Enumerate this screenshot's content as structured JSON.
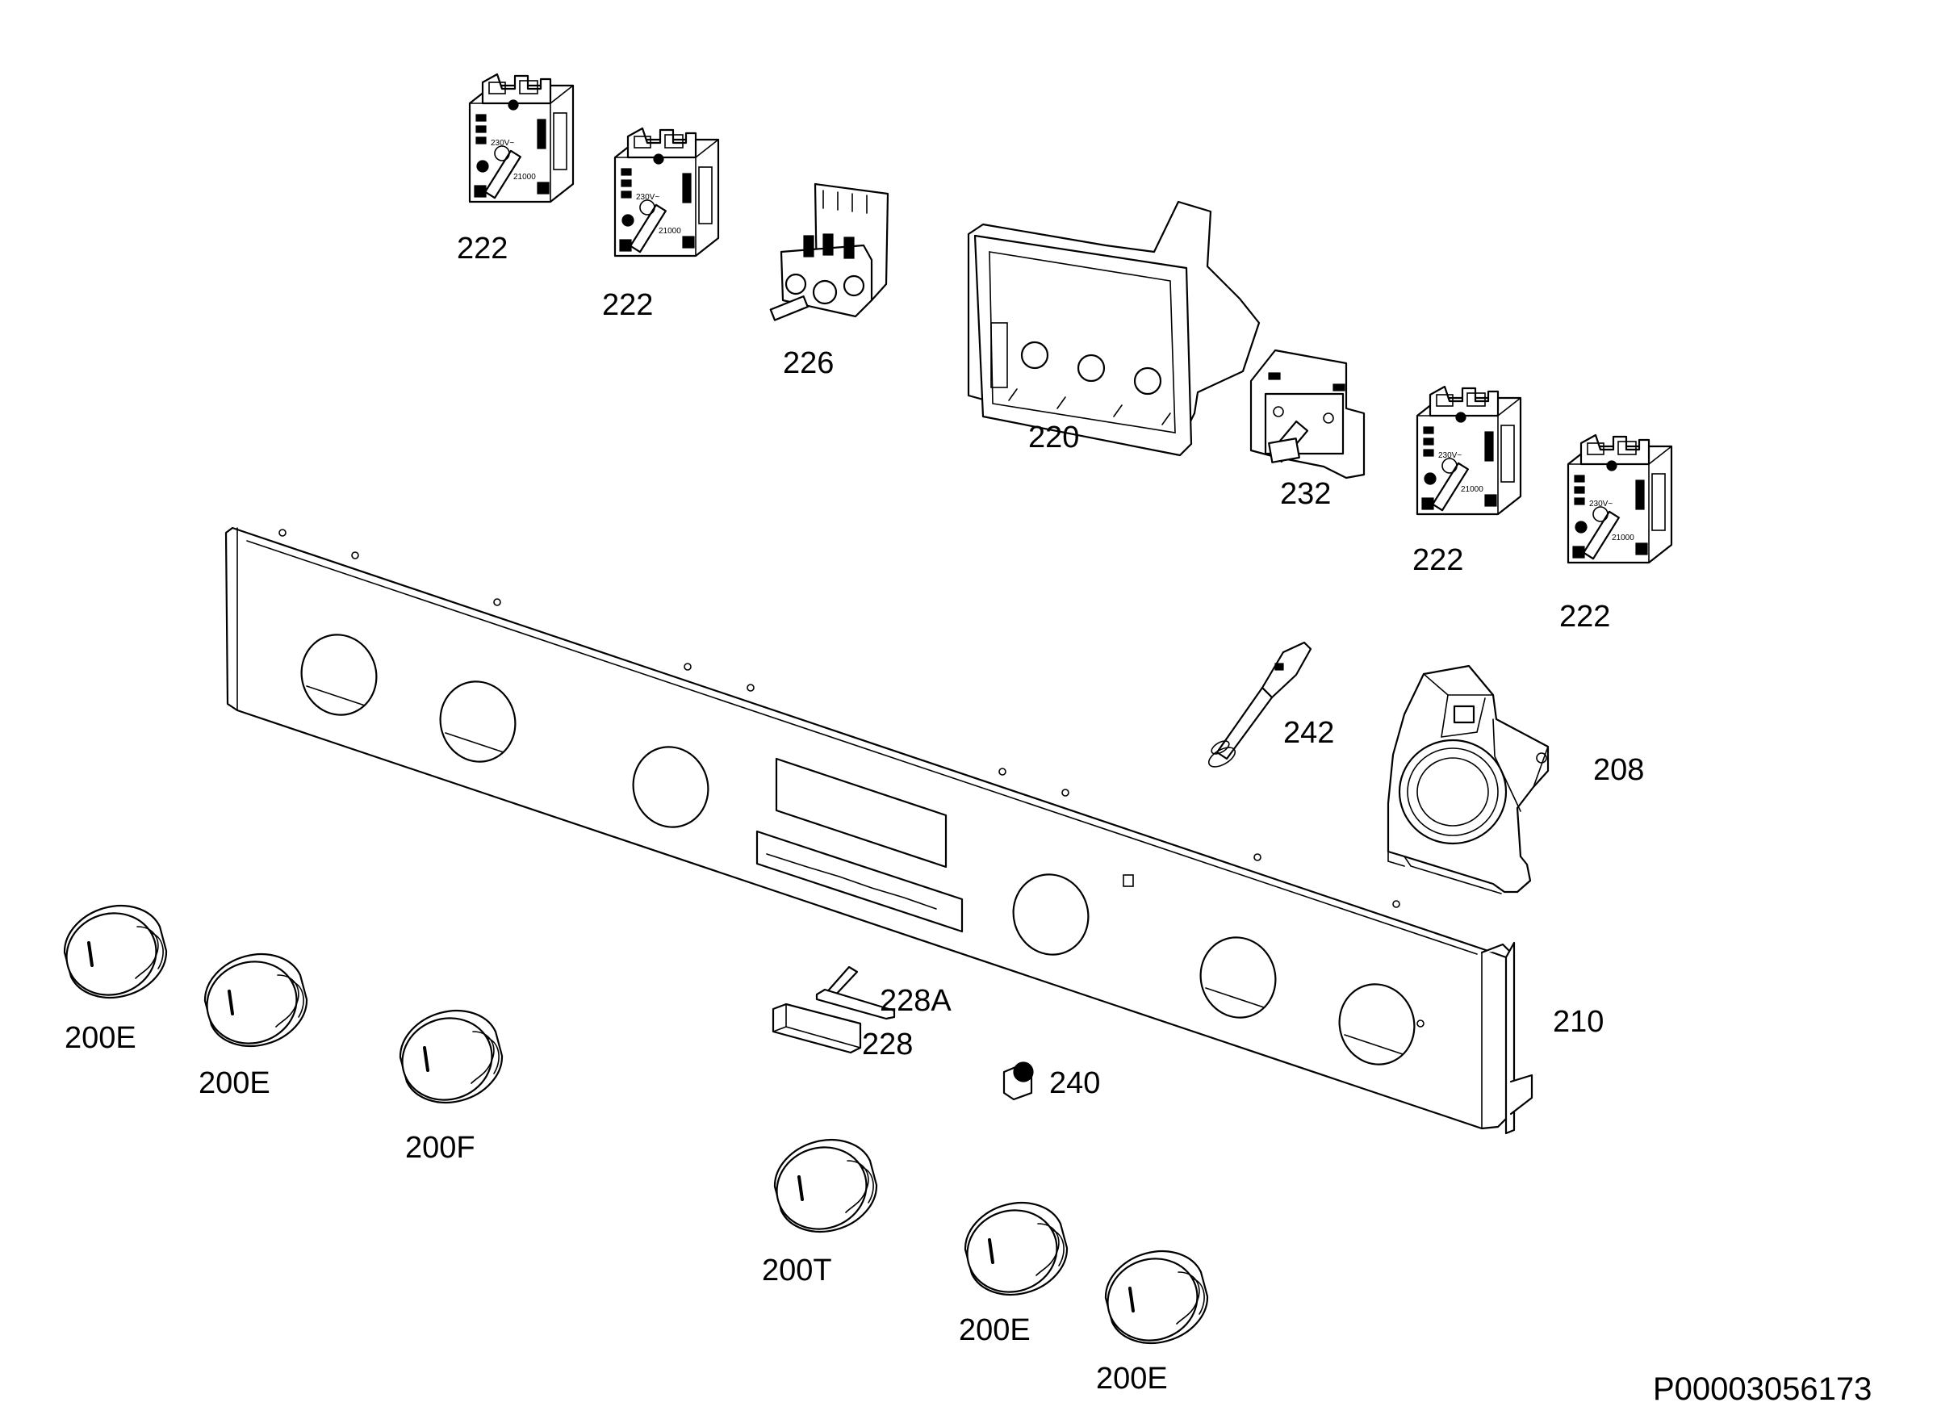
{
  "diagram": {
    "document_id": "P00003056173",
    "callouts": {
      "switch_top_left": "222",
      "switch_top_second": "222",
      "selector_switch": "226",
      "display_housing": "220",
      "switch_bracket": "232",
      "switch_right_upper": "222",
      "switch_right_lower": "222",
      "igniter_part": "242",
      "knob_housing": "208",
      "control_panel": "210",
      "clip_part": "228A",
      "slide_part": "228",
      "lamp_part": "240",
      "knob_left_1": "200E",
      "knob_left_2": "200E",
      "knob_left_3": "200F",
      "knob_bottom_1": "200T",
      "knob_bottom_2": "200E",
      "knob_bottom_3": "200E"
    }
  }
}
